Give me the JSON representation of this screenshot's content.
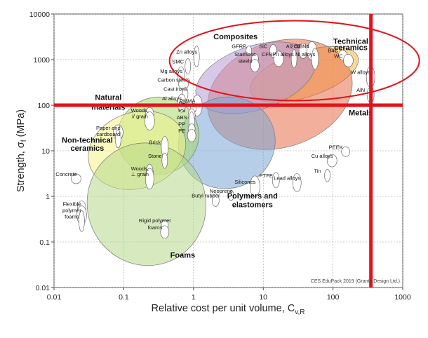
{
  "chart_data": {
    "type": "scatter",
    "x_scale": "log",
    "y_scale": "log",
    "xlim": [
      0.01,
      1000
    ],
    "ylim": [
      0.01,
      10000
    ],
    "grid": true,
    "xlabel_main": "Relative cost per unit volume, C",
    "xlabel_sub": "v,R",
    "ylabel_main": "Strength, ",
    "ylabel_sigma": "σ",
    "ylabel_sub": "f",
    "ylabel_units": " (MPa)",
    "x_ticks": [
      {
        "value": 0.01,
        "label": "0.01"
      },
      {
        "value": 0.1,
        "label": "0.1"
      },
      {
        "value": 1,
        "label": "1"
      },
      {
        "value": 10,
        "label": "10"
      },
      {
        "value": 100,
        "label": "100"
      },
      {
        "value": 1000,
        "label": "1000"
      }
    ],
    "y_ticks": [
      {
        "value": 0.01,
        "label": "0.01"
      },
      {
        "value": 0.1,
        "label": "0.1"
      },
      {
        "value": 1,
        "label": "1"
      },
      {
        "value": 10,
        "label": "10"
      },
      {
        "value": 100,
        "label": "100"
      },
      {
        "value": 1000,
        "label": "1000"
      },
      {
        "value": 10000,
        "label": "10000"
      }
    ],
    "credit": "CES EduPack 2019 (Granta Design Ltd.)",
    "families": [
      {
        "name": "Technical ceramics",
        "color": "#f5b942",
        "x_range": [
          6,
          250
        ],
        "y_range": [
          150,
          1500
        ]
      },
      {
        "name": "Metals",
        "color": "#e86f4b",
        "x_range": [
          1.5,
          200
        ],
        "y_range": [
          12,
          2500
        ]
      },
      {
        "name": "Composites",
        "color": "#b89ad6",
        "x_range": [
          1,
          60
        ],
        "y_range": [
          80,
          2000
        ]
      },
      {
        "name": "Polymers and elastomers",
        "color": "#7aa6d6",
        "x_range": [
          0.6,
          15
        ],
        "y_range": [
          1.5,
          150
        ]
      },
      {
        "name": "Natural materials",
        "color": "#a8d86a",
        "x_range": [
          0.08,
          1.2
        ],
        "y_range": [
          3,
          150
        ]
      },
      {
        "name": "Non-technical ceramics",
        "color": "#f2f28a",
        "x_range": [
          0.03,
          0.8
        ],
        "y_range": [
          1.5,
          70
        ]
      },
      {
        "name": "Foams",
        "color": "#b7d98b",
        "x_range": [
          0.03,
          1.5
        ],
        "y_range": [
          0.03,
          15
        ]
      }
    ],
    "group_labels": [
      {
        "text": "Composites",
        "x": 4,
        "y": 2800
      },
      {
        "text": "Technical",
        "x": 180,
        "y": 2200
      },
      {
        "text": "ceramics",
        "x": 180,
        "y": 1600
      },
      {
        "text": "Natural",
        "x": 0.06,
        "y": 130
      },
      {
        "text": "materials",
        "x": 0.06,
        "y": 80
      },
      {
        "text": "Metals",
        "x": 250,
        "y": 60
      },
      {
        "text": "Non-technical",
        "x": 0.03,
        "y": 15
      },
      {
        "text": "ceramics",
        "x": 0.03,
        "y": 10
      },
      {
        "text": "Polymers and",
        "x": 7,
        "y": 0.9
      },
      {
        "text": "elastomers",
        "x": 7,
        "y": 0.58
      },
      {
        "text": "Foams",
        "x": 0.7,
        "y": 0.045
      }
    ],
    "material_labels": [
      {
        "text": "GFRP",
        "x": 4.5,
        "y": 1800
      },
      {
        "text": "SiC",
        "x": 10,
        "y": 1800
      },
      {
        "text": "Al2O3",
        "x": 27,
        "y": 1800
      },
      {
        "text": "Si3N4",
        "x": 36,
        "y": 1800
      },
      {
        "text": "Zn alloys",
        "x": 0.8,
        "y": 1350
      },
      {
        "text": "Stainless",
        "x": 5.5,
        "y": 1200
      },
      {
        "text": "steels",
        "x": 5.5,
        "y": 850
      },
      {
        "text": "CFRP",
        "x": 12,
        "y": 1200
      },
      {
        "text": "Ti alloys",
        "x": 20,
        "y": 1200
      },
      {
        "text": "Ni alloys",
        "x": 40,
        "y": 1200
      },
      {
        "text": "B4C",
        "x": 100,
        "y": 1450
      },
      {
        "text": "WC",
        "x": 120,
        "y": 1100
      },
      {
        "text": "SMC",
        "x": 0.6,
        "y": 820
      },
      {
        "text": "Mg alloys",
        "x": 0.48,
        "y": 510
      },
      {
        "text": "W alloys",
        "x": 250,
        "y": 480
      },
      {
        "text": "Carbon steels",
        "x": 0.52,
        "y": 330
      },
      {
        "text": "Cast irons",
        "x": 0.55,
        "y": 205
      },
      {
        "text": "AlN",
        "x": 250,
        "y": 195
      },
      {
        "text": "Al alloys",
        "x": 0.49,
        "y": 128
      },
      {
        "text": "PMMA",
        "x": 0.82,
        "y": 113
      },
      {
        "text": "PET",
        "x": 0.72,
        "y": 100
      },
      {
        "text": "PS",
        "x": 0.68,
        "y": 70
      },
      {
        "text": "Woods,",
        "x": 0.17,
        "y": 70
      },
      {
        "text": "// grain",
        "x": 0.17,
        "y": 52
      },
      {
        "text": "ABS",
        "x": 0.68,
        "y": 49
      },
      {
        "text": "PP",
        "x": 0.68,
        "y": 35
      },
      {
        "text": "PE",
        "x": 0.68,
        "y": 25
      },
      {
        "text": "Paper and",
        "x": 0.06,
        "y": 29
      },
      {
        "text": "cardboard",
        "x": 0.06,
        "y": 21
      },
      {
        "text": "Brick",
        "x": 0.28,
        "y": 14
      },
      {
        "text": "PEEK",
        "x": 110,
        "y": 11
      },
      {
        "text": "Cu alloys",
        "x": 70,
        "y": 7
      },
      {
        "text": "Stone",
        "x": 0.28,
        "y": 7
      },
      {
        "text": "Woods,",
        "x": 0.17,
        "y": 3.7
      },
      {
        "text": "⊥ grain",
        "x": 0.17,
        "y": 2.8
      },
      {
        "text": "Concrete",
        "x": 0.015,
        "y": 2.8
      },
      {
        "text": "Tin",
        "x": 60,
        "y": 3.3
      },
      {
        "text": "PTFE",
        "x": 11,
        "y": 2.6
      },
      {
        "text": "Lead alloys",
        "x": 22,
        "y": 2.3
      },
      {
        "text": "Silicones",
        "x": 5.5,
        "y": 1.9
      },
      {
        "text": "Neoprene",
        "x": 2.5,
        "y": 1.2
      },
      {
        "text": "Butyl rubber",
        "x": 1.5,
        "y": 0.95
      },
      {
        "text": "Flexible",
        "x": 0.018,
        "y": 0.62
      },
      {
        "text": "polymer",
        "x": 0.018,
        "y": 0.45
      },
      {
        "text": "foams",
        "x": 0.018,
        "y": 0.33
      },
      {
        "text": "Rigid polymer",
        "x": 0.28,
        "y": 0.27
      },
      {
        "text": "foams",
        "x": 0.28,
        "y": 0.19
      }
    ],
    "annotations": {
      "horizontal_line": {
        "y": 100,
        "color": "#e0131b"
      },
      "vertical_line": {
        "x": 350,
        "color": "#e0131b"
      },
      "circled_region": {
        "x_center": 28,
        "y_center": 950,
        "color": "#e0131b"
      }
    }
  }
}
